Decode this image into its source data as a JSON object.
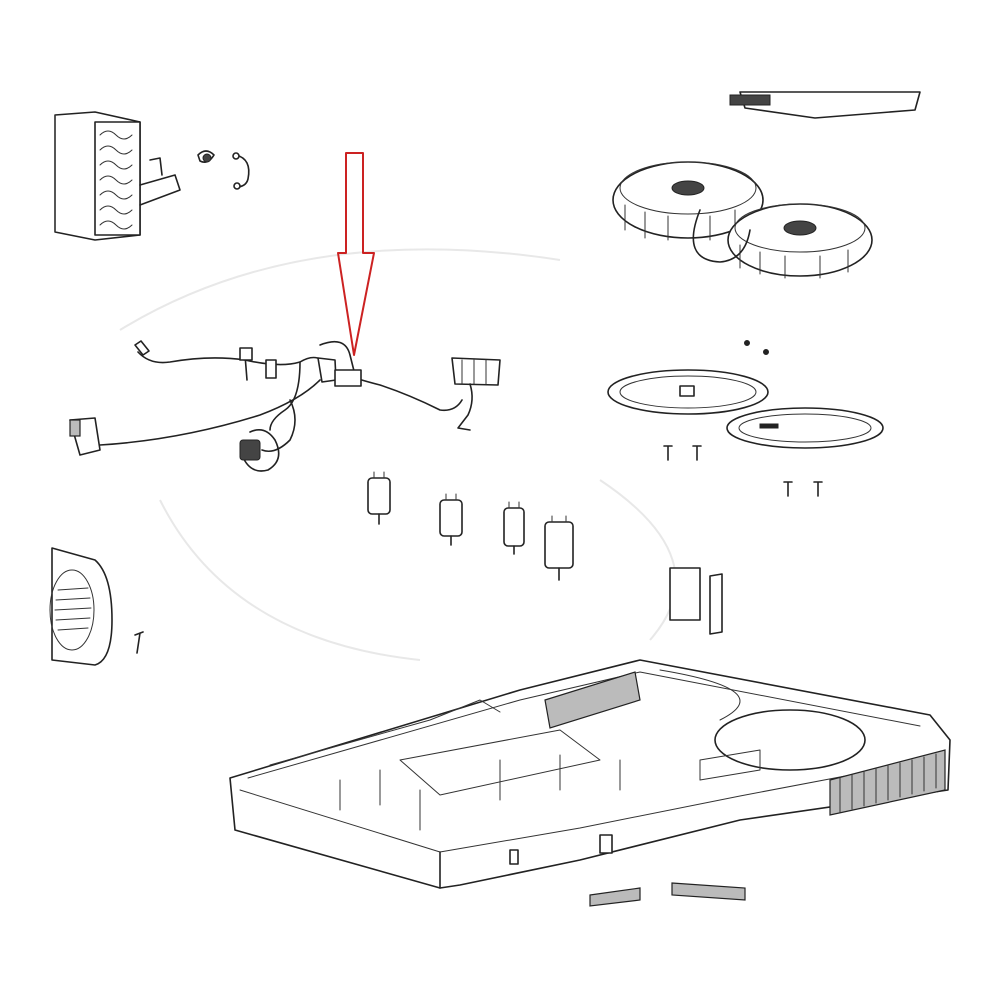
{
  "diagram": {
    "parts": [
      "evaporator-coil",
      "sensor-clips",
      "wiring-harness",
      "twin-blower-fans",
      "fan-mounting-plates",
      "run-capacitors",
      "blower-housing",
      "foam-seal-strips",
      "base-pan",
      "gasket-strips"
    ],
    "highlighted_part": "wiring-harness",
    "arrow_color": "#cc2222",
    "line_color": "#222222"
  }
}
